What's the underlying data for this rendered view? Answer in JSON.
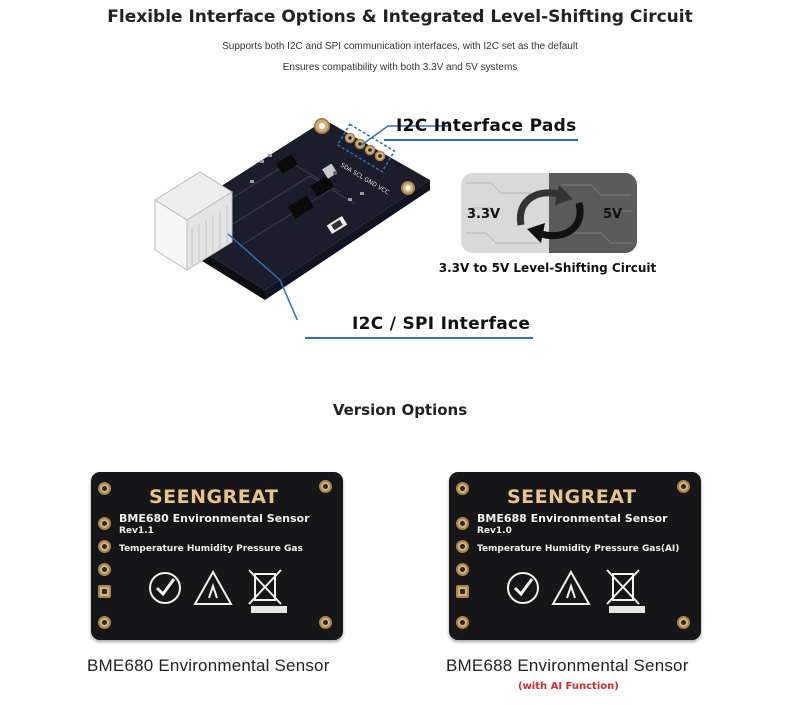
{
  "header": {
    "title": "Flexible Interface Options & Integrated Level-Shifting Circuit",
    "subtitle_1": "Supports both I2C and SPI communication interfaces, with I2C set as the default",
    "subtitle_2": "Ensures compatibility with both 3.3V and 5V systems"
  },
  "module_figure": {
    "callout_pads": "I2C Interface Pads",
    "callout_interface": "I2C / SPI Interface",
    "silkscreen_pads": "SDA SCL GND VCC",
    "accent_color": "#2f6fb4"
  },
  "level_shift": {
    "left_voltage": "3.3V",
    "right_voltage": "5V",
    "caption": "3.3V to 5V Level-Shifting Circuit"
  },
  "versions": {
    "title": "Version Options",
    "items": [
      {
        "brand": "SEENGREAT",
        "board_name": "BME680 Environmental Sensor",
        "revision": "Rev1.1",
        "features": "Temperature Humidity Pressure Gas",
        "model_label": "BME680 Environmental Sensor",
        "note": ""
      },
      {
        "brand": "SEENGREAT",
        "board_name": "BME688 Environmental Sensor",
        "revision": "Rev1.0",
        "features": "Temperature Humidity Pressure Gas(AI)",
        "model_label": "BME688 Environmental Sensor",
        "note": "(with AI Function)"
      }
    ]
  },
  "colors": {
    "board_black": "#161618",
    "gold_pad": "#d9b27a",
    "note_red": "#d62b2b"
  }
}
